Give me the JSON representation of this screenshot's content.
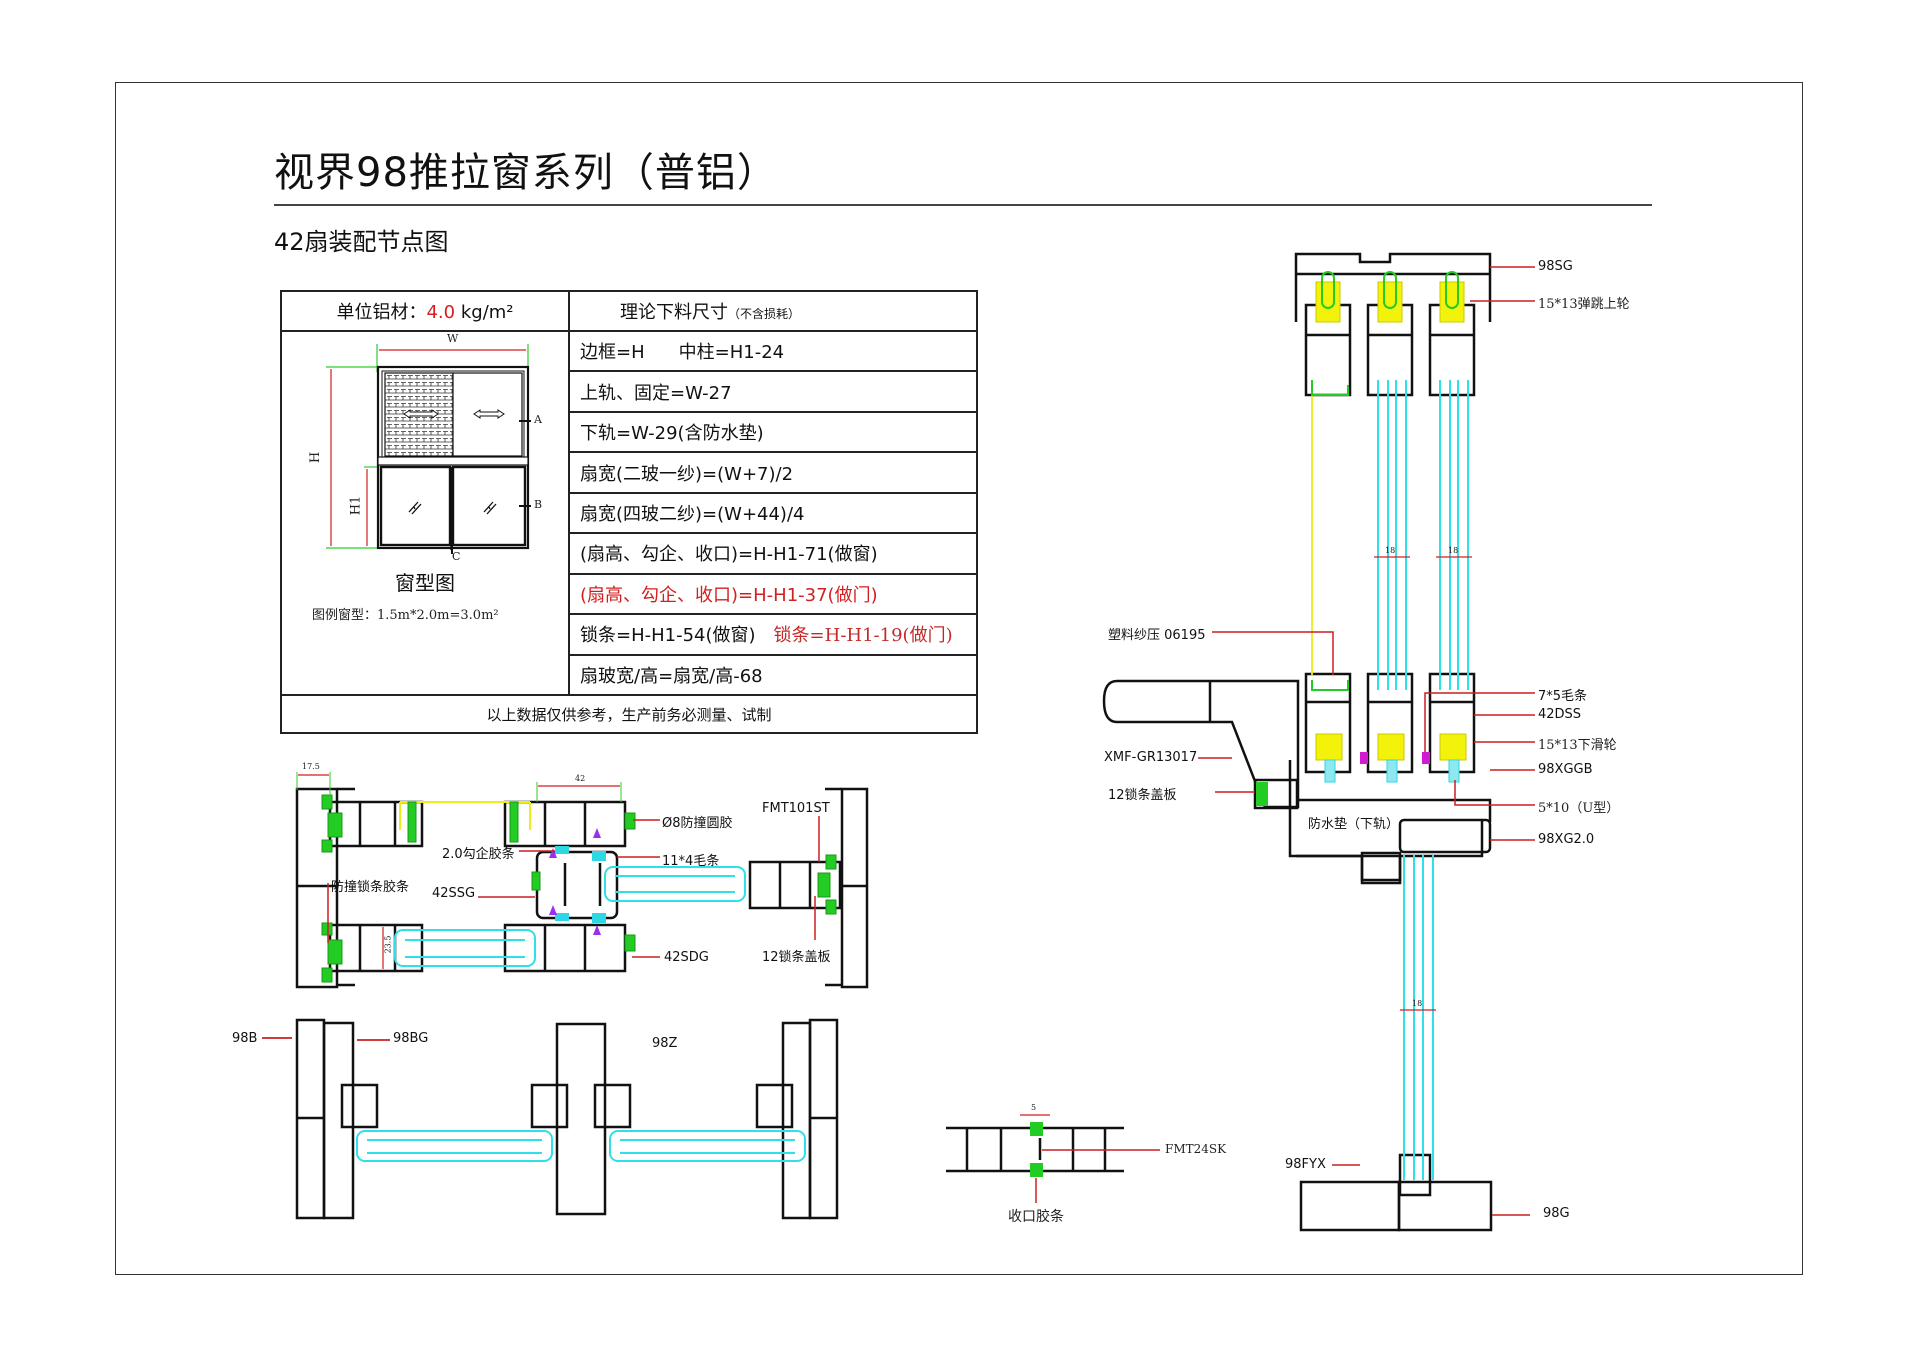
{
  "header": {
    "title": "视界98推拉窗系列（普铝）",
    "subtitle": "42扇装配节点图"
  },
  "spec_table": {
    "unit_label": "单位铝材：",
    "unit_value": "4.0",
    "unit_suffix": " kg/m²",
    "cut_title": "理论下料尺寸",
    "cut_note": "（不含损耗）",
    "rows": [
      {
        "text": "边框=H",
        "text2": "中柱=H1-24"
      },
      {
        "text": "上轨、固定=W-27"
      },
      {
        "text": "下轨=W-29(含防水垫)"
      },
      {
        "text": "扇宽(二玻一纱)=(W+7)/2"
      },
      {
        "text": "扇宽(四玻二纱)=(W+44)/4"
      },
      {
        "text": "(扇高、勾企、收口)=H-H1-71(做窗)"
      },
      {
        "text": "(扇高、勾企、收口)=H-H1-37(做门)",
        "highlight": true
      },
      {
        "text": "锁条=H-H1-54(做窗)",
        "text2": "锁条=H-H1-19(做门)"
      },
      {
        "text": "扇玻宽/高=扇宽/高-68"
      }
    ],
    "footer": "以上数据仅供参考，生产前务必测量、试制",
    "accent_red": "#d31f1f"
  },
  "window_diagram": {
    "dim_w": "W",
    "dim_h": "H",
    "dim_h1": "H1",
    "mark_a": "A",
    "mark_b": "B",
    "mark_c": "C",
    "caption": "窗型图",
    "example": "图例窗型：1.5m*2.0m=3.0m²"
  },
  "horizontal_section": {
    "dim_left": "17.5",
    "dim_top": "42",
    "dim_side": "23.5",
    "labels": {
      "anti_collision_round": "Ø8防撞圆胶",
      "interlock_strip": "2.0勾企胶条",
      "brush": "11*4毛条",
      "fmt": "FMT101ST",
      "lock_strip": "防撞锁条胶条",
      "sash_42ssg": "42SSG",
      "sash_42sdg": "42SDG",
      "lock_cover": "12锁条盖板"
    }
  },
  "fixed_section": {
    "labels": {
      "b98": "98B",
      "bg98": "98BG",
      "z98": "98Z"
    }
  },
  "small_section": {
    "dim": "5",
    "fmt": "FMT24SK",
    "gasket": "收口胶条"
  },
  "vertical_section": {
    "dim_glass": "18",
    "labels": {
      "sg98": "98SG",
      "top_wheel": "15*13弹跳上轮",
      "screen_press": "塑料纱压 06195",
      "brush75": "7*5毛条",
      "dss42": "42DSS",
      "bottom_wheel": "15*13下滑轮",
      "xggb98": "98XGGB",
      "xmf": "XMF-GR13017",
      "lock_cover": "12锁条盖板",
      "u_type": "5*10（U型）",
      "waterproof": "防水垫（下轨）",
      "xg98": "98XG2.0",
      "fyx98": "98FYX",
      "g98": "98G"
    }
  },
  "colors": {
    "glass": "#2fe0e8",
    "gasket": "#22cc22",
    "wheel": "#f2f20a",
    "leader": "#cc1f1f",
    "brush": "#d11ad1",
    "seal_purple": "#9b2ff0"
  }
}
